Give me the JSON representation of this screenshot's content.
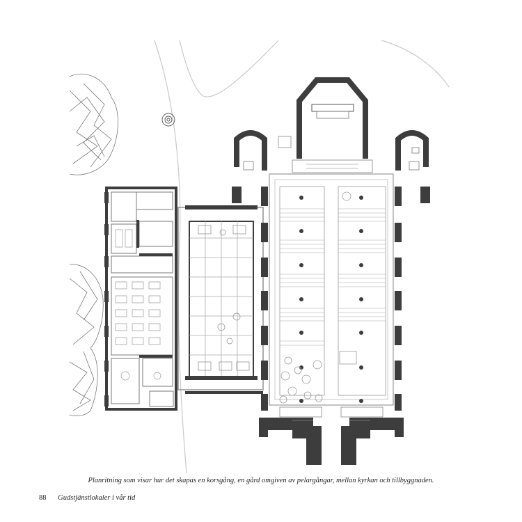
{
  "caption": "Planritning som visar hur det skapas en korsgång, en gård omgiven av pelargångar, mellan kyrkan och tillbyggnaden.",
  "footer": {
    "page_number": "88",
    "running_title": "Gudstjänstlokaler i vår tid"
  },
  "colors": {
    "wall": "#3d3d3d",
    "line": "#7a7a7a",
    "light_line": "#bdbdbd",
    "paper": "#ffffff"
  }
}
